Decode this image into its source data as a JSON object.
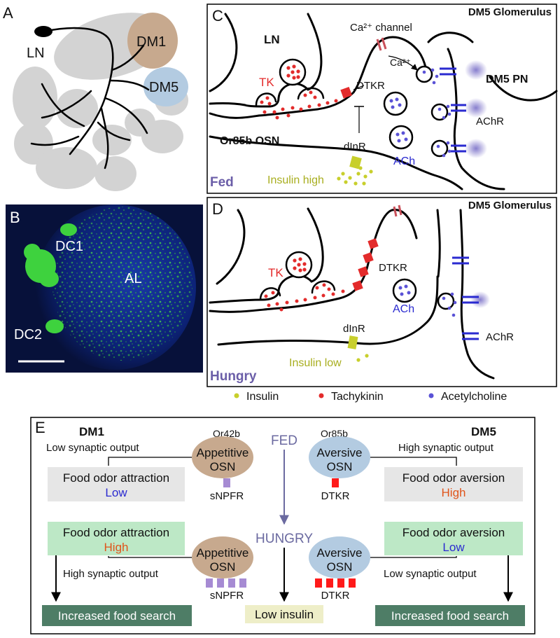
{
  "panels": {
    "A": {
      "letter": "A",
      "labels": {
        "ln": "LN",
        "dm1": "DM1",
        "dm5": "DM5"
      },
      "colors": {
        "glomerulus": "#d3d3d3",
        "dm1": "#c7a98e",
        "dm5": "#b3cbe1"
      }
    },
    "B": {
      "letter": "B",
      "labels": {
        "dc1": "DC1",
        "dc2": "DC2",
        "al": "AL"
      },
      "colors": {
        "background": "#0a1030",
        "tissue": "#0d2a8a",
        "signal": "#3ed23e"
      }
    },
    "C": {
      "letter": "C",
      "header": "DM5 Glomerulus",
      "ln": "LN",
      "tk": "TK",
      "ca_channel": "Ca²⁺ channel",
      "ca": "Ca²⁺",
      "dtkr": "DTKR",
      "pn": "DM5 PN",
      "achr": "AChR",
      "osn": "Or85b OSN",
      "dinr": "dInR",
      "ach": "ACh",
      "state": "Fed",
      "insulin": "Insulin high"
    },
    "D": {
      "letter": "D",
      "header": "DM5 Glomerulus",
      "tk": "TK",
      "dtkr": "DTKR",
      "ach": "ACh",
      "dinr": "dInR",
      "achr": "AChR",
      "state": "Hungry",
      "insulin": "Insulin low"
    },
    "E": {
      "letter": "E",
      "dm1": "DM1",
      "dm5": "DM5",
      "or42b": "Or42b",
      "or85b": "Or85b",
      "fed": "FED",
      "hungry": "HUNGRY",
      "appetitive_osn": [
        "Appetitive",
        "OSN"
      ],
      "aversive_osn": [
        "Aversive",
        "OSN"
      ],
      "snpfr": "sNPFR",
      "dtkr": "DTKR",
      "low_output": "Low synaptic output",
      "high_output": "High synaptic output",
      "food_attraction": "Food odor attraction",
      "food_aversion": "Food odor aversion",
      "low": "Low",
      "high": "High",
      "food_search": "Increased food search",
      "low_insulin": "Low insulin"
    }
  },
  "legend": {
    "insulin": "Insulin",
    "tachykinin": "Tachykinin",
    "acetylcholine": "Acetylcholine"
  },
  "colors": {
    "tk_red": "#e32b2b",
    "ach_blue": "#5a52d6",
    "insulin_yellow": "#c8cf2c",
    "state_purple": "#6b5ea8",
    "accent_orange": "#e0541a",
    "text_blue": "#2a2ad0",
    "green_box": "#bde8c6",
    "grey_box": "#e6e6e6",
    "dark_green": "#4e7d66"
  }
}
